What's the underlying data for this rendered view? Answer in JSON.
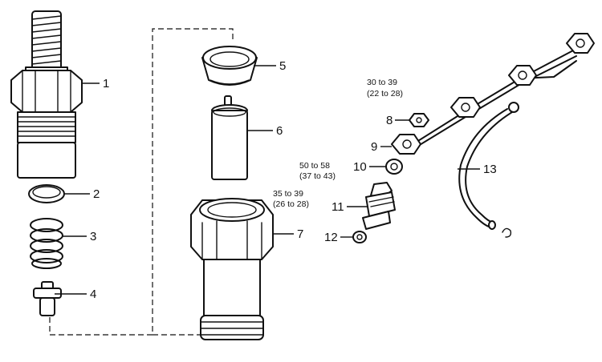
{
  "callouts": [
    "1",
    "2",
    "3",
    "4",
    "5",
    "6",
    "7",
    "8",
    "9",
    "10",
    "11",
    "12",
    "13"
  ],
  "torques": [
    {
      "nm": "35 to 39",
      "lbft": "(26 to 28)"
    },
    {
      "nm": "30 to 39",
      "lbft": "(22 to 28)"
    },
    {
      "nm": "50 to 58",
      "lbft": "(37 to 43)"
    }
  ],
  "colors": {
    "ink": "#111111",
    "paper": "#ffffff"
  }
}
